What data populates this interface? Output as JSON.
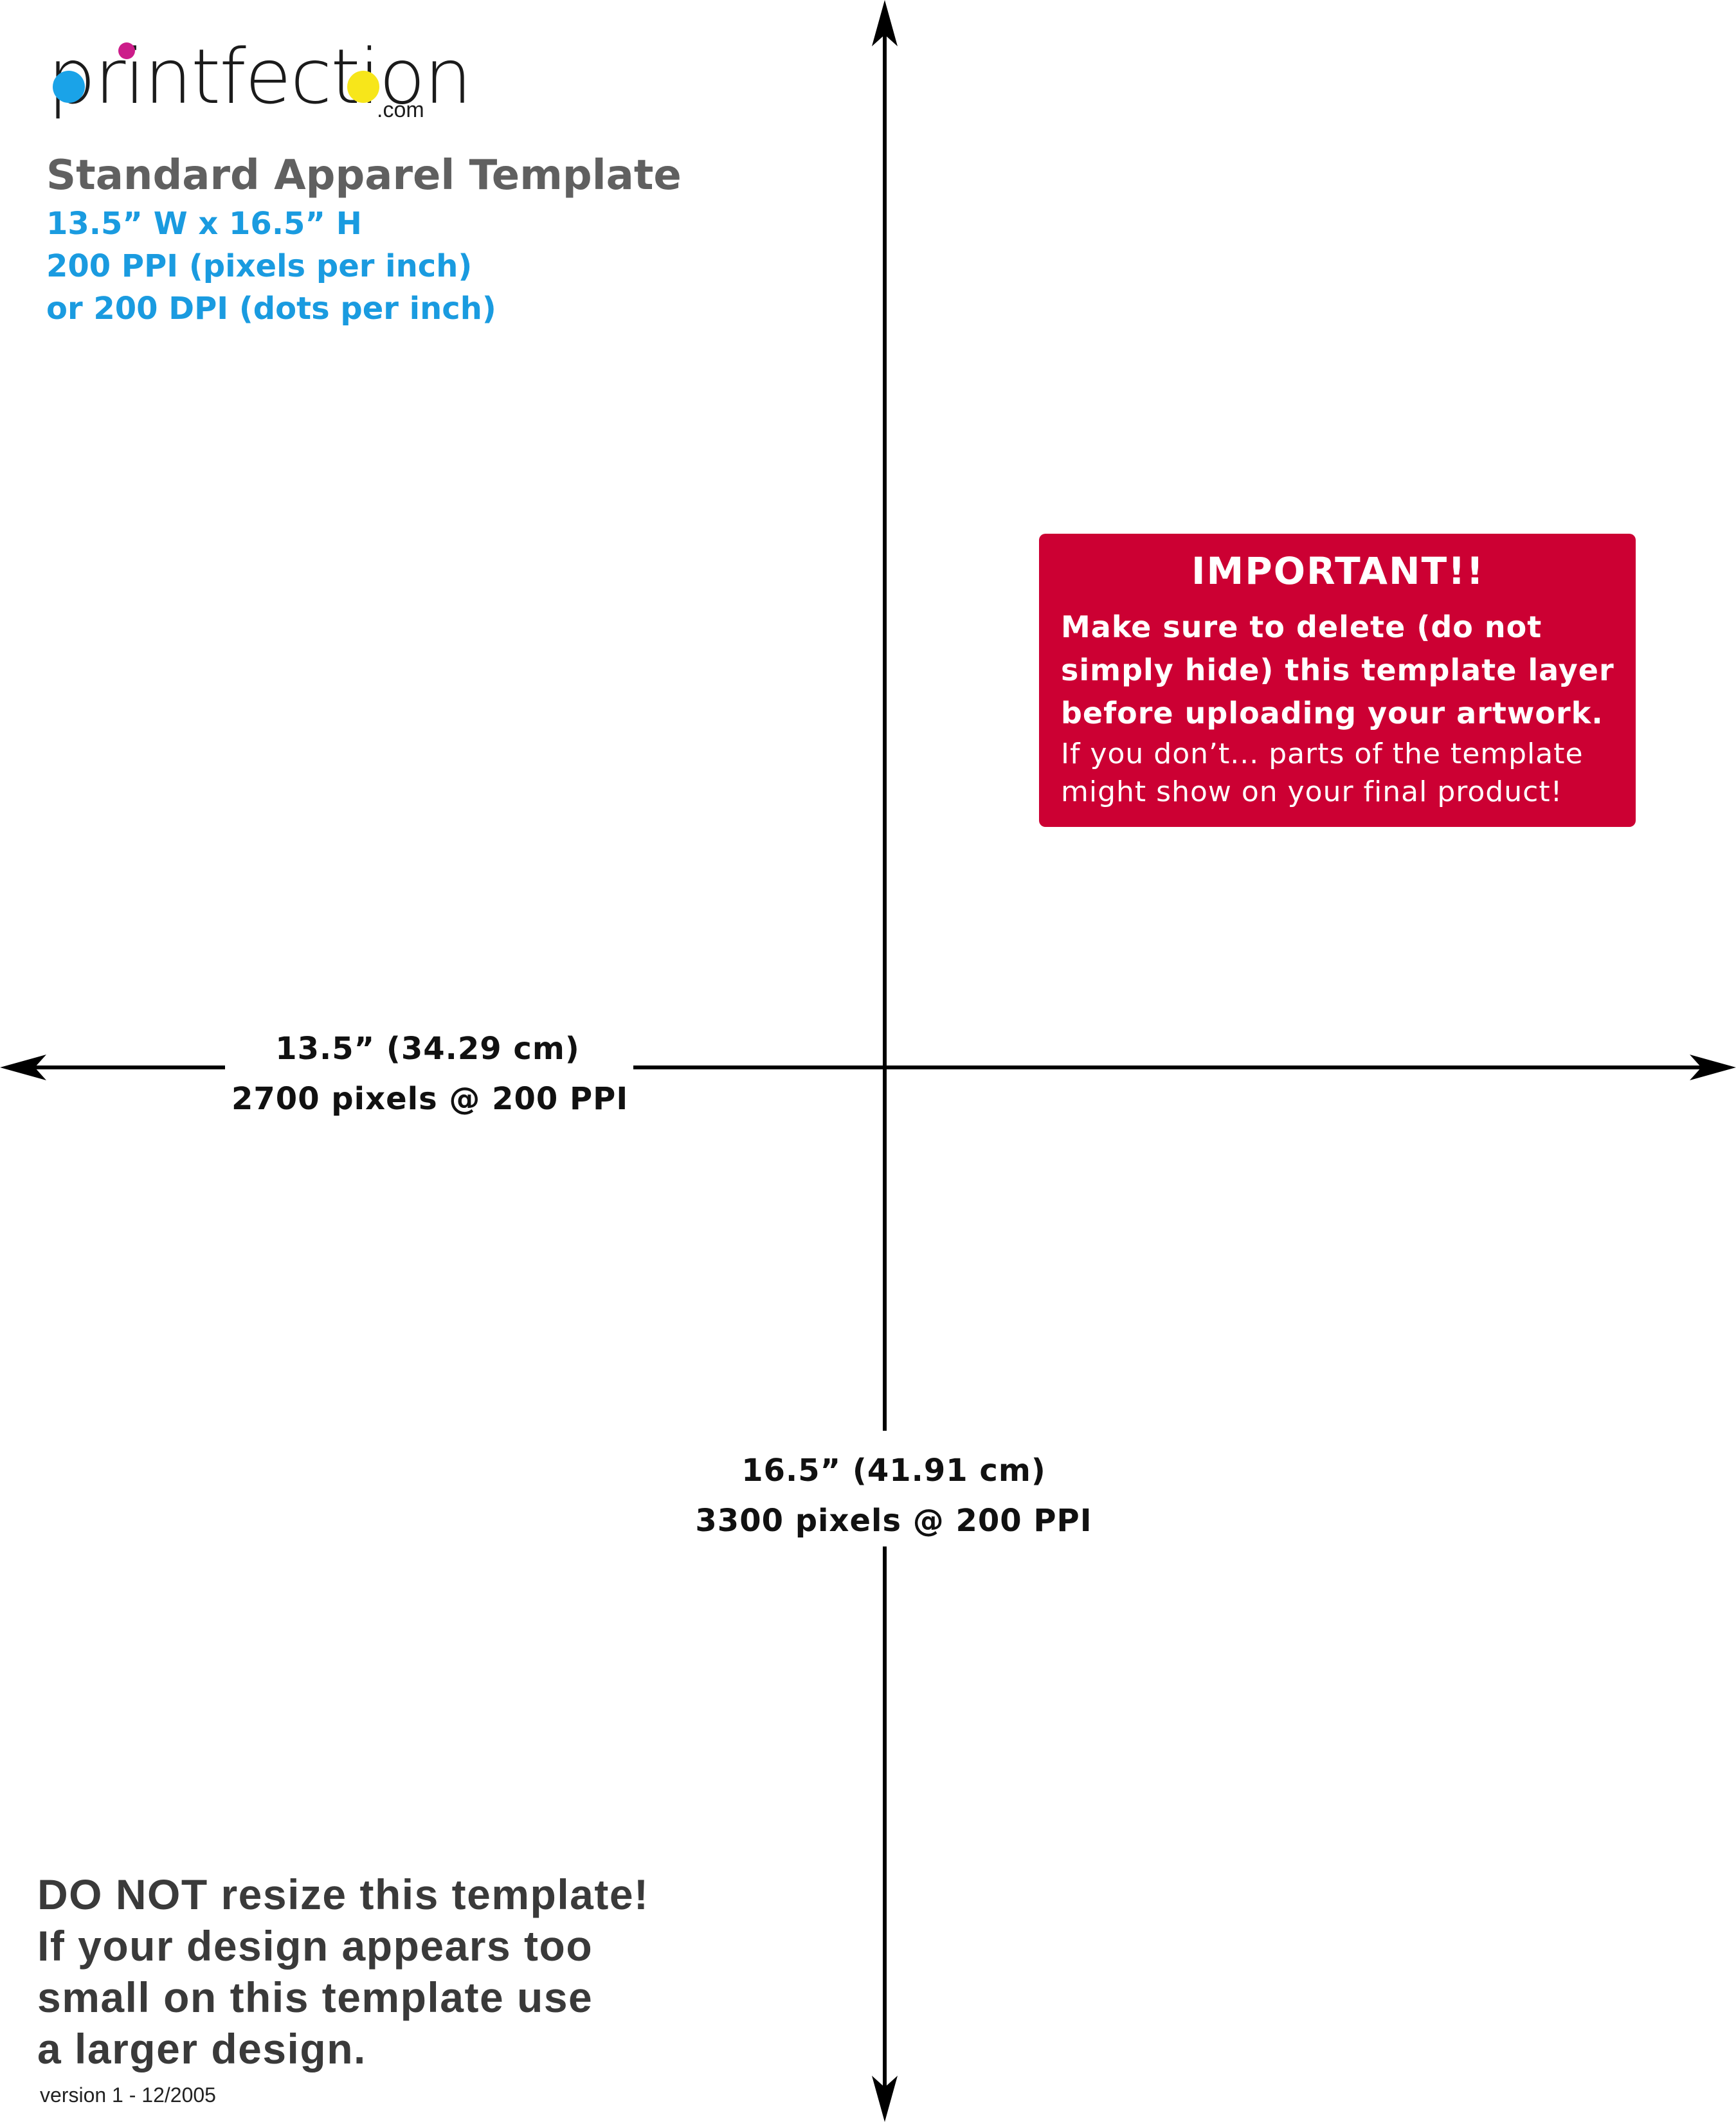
{
  "logo": {
    "wordmark": "printfection",
    "suffix": ".com",
    "dot_colors": [
      "#cc1d8a",
      "#1aa3e8",
      "#f7e61a"
    ]
  },
  "header": {
    "title": "Standard Apparel Template",
    "size_line": "13.5” W x 16.5” H",
    "ppi_line": "200 PPI (pixels per inch)",
    "dpi_line": "or 200 DPI (dots per inch)"
  },
  "important": {
    "title": "IMPORTANT!!",
    "bold_lines": [
      "Make sure to delete (do not",
      "simply hide) this template layer",
      "before uploading your artwork."
    ],
    "normal_lines": [
      "If you don’t... parts of the template",
      "might show on your final product!"
    ]
  },
  "horizontal_axis": {
    "line1": "13.5” (34.29 cm)",
    "line2": "2700 pixels @ 200 PPI"
  },
  "vertical_axis": {
    "line1": "16.5” (41.91 cm)",
    "line2": "3300 pixels @ 200 PPI"
  },
  "warning": {
    "lines": [
      "DO NOT resize this template!",
      "If your design appears too",
      "small on this template use",
      "a larger design."
    ]
  },
  "version": "version 1 - 12/2005",
  "colors": {
    "title_gray": "#606060",
    "spec_blue": "#1a9be0",
    "important_red": "#cc0033",
    "axis_black": "#000000",
    "warning_gray": "#3a3a3a"
  }
}
